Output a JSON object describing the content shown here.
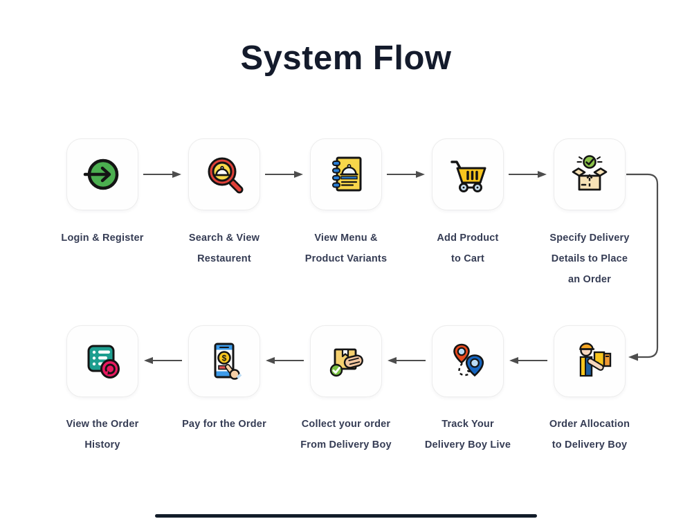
{
  "title": "System Flow",
  "colors": {
    "title_text": "#141b2c",
    "label_text": "#353c54",
    "card_background": "#fefefe",
    "card_border": "#ececec",
    "arrow": "#4d4d4d",
    "home_indicator": "#121c29",
    "accent_green": "#4caf50",
    "accent_red": "#e04038",
    "accent_yellow": "#f7c51e",
    "accent_blue": "#2a7fd4",
    "accent_teal": "#1d9e8f",
    "accent_pink": "#e8195f"
  },
  "steps": [
    {
      "id": 1,
      "icon": "login-icon",
      "lines": [
        "Login & Register"
      ]
    },
    {
      "id": 2,
      "icon": "search-restaurant-icon",
      "lines": [
        "Search & View",
        "Restaurent"
      ]
    },
    {
      "id": 3,
      "icon": "menu-book-icon",
      "lines": [
        "View Menu &",
        "Product Variants"
      ]
    },
    {
      "id": 4,
      "icon": "cart-icon",
      "lines": [
        "Add Product",
        "to Cart"
      ]
    },
    {
      "id": 5,
      "icon": "place-order-box-icon",
      "lines": [
        "Specify Delivery",
        "Details to Place",
        "an Order"
      ]
    },
    {
      "id": 6,
      "icon": "delivery-boy-icon",
      "lines": [
        "Order Allocation",
        "to Delivery Boy"
      ]
    },
    {
      "id": 7,
      "icon": "track-location-icon",
      "lines": [
        "Track Your",
        "Delivery Boy Live"
      ]
    },
    {
      "id": 8,
      "icon": "collect-order-icon",
      "lines": [
        "Collect your order",
        "From Delivery Boy"
      ]
    },
    {
      "id": 9,
      "icon": "pay-phone-icon",
      "lines": [
        "Pay for the Order"
      ]
    },
    {
      "id": 10,
      "icon": "order-history-icon",
      "lines": [
        "View the Order",
        "History"
      ]
    }
  ]
}
